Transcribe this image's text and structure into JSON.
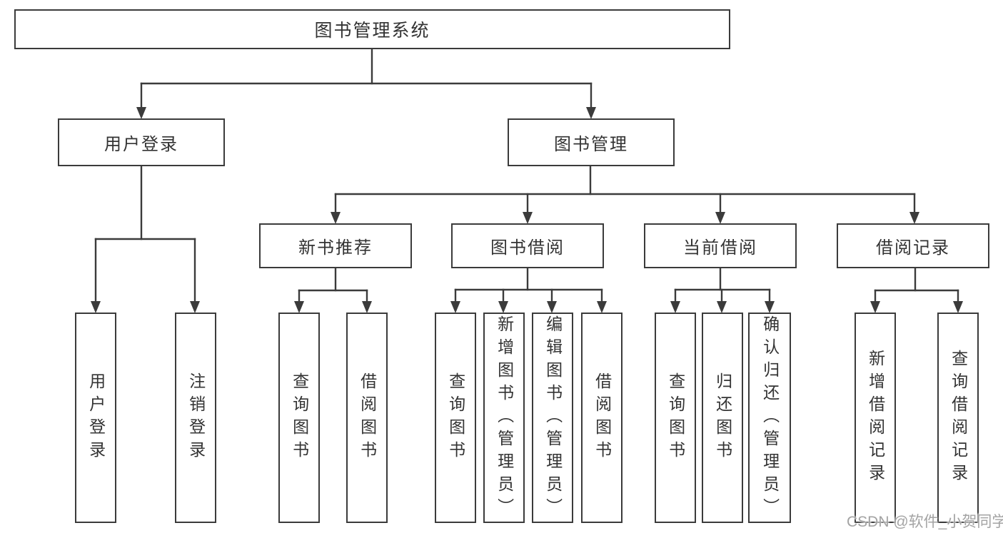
{
  "diagram": {
    "title": "图书管理系统",
    "watermark": "CSDN @软件_小贺同学",
    "colors": {
      "line": "#3b3b3b",
      "text": "#333333",
      "box_bg": "#ffffff",
      "watermark": "#a3a3a3"
    },
    "nodes": {
      "root": {
        "label": "图书管理系统"
      },
      "user_login": {
        "label": "用户登录"
      },
      "book_management": {
        "label": "图书管理"
      },
      "new_book_recommend": {
        "label": "新书推荐"
      },
      "book_borrowing": {
        "label": "图书借阅"
      },
      "current_borrowing": {
        "label": "当前借阅"
      },
      "borrowing_records": {
        "label": "借阅记录"
      },
      "user_login_action": {
        "label": "用户登录"
      },
      "logout_action": {
        "label": "注销登录"
      },
      "query_book_recommend": {
        "label": "查询图书"
      },
      "borrow_book_recommend": {
        "label": "借阅图书"
      },
      "query_book_borrowing": {
        "label": "查询图书"
      },
      "add_book_admin": {
        "label": "新增图书（管理员）"
      },
      "edit_book_admin": {
        "label": "编辑图书（管理员）"
      },
      "borrow_book_borrowing": {
        "label": "借阅图书"
      },
      "query_book_current": {
        "label": "查询图书"
      },
      "return_book": {
        "label": "归还图书"
      },
      "confirm_return_admin": {
        "label": "确认归还（管理员）"
      },
      "add_borrow_record": {
        "label": "新增借阅记录"
      },
      "query_borrow_record": {
        "label": "查询借阅记录"
      }
    },
    "hierarchy": {
      "图书管理系统": {
        "用户登录": [
          "用户登录",
          "注销登录"
        ],
        "图书管理": {
          "新书推荐": [
            "查询图书",
            "借阅图书"
          ],
          "图书借阅": [
            "查询图书",
            "新增图书（管理员）",
            "编辑图书（管理员）",
            "借阅图书"
          ],
          "当前借阅": [
            "查询图书",
            "归还图书",
            "确认归还（管理员）"
          ],
          "借阅记录": [
            "新增借阅记录",
            "查询借阅记录"
          ]
        }
      }
    }
  }
}
